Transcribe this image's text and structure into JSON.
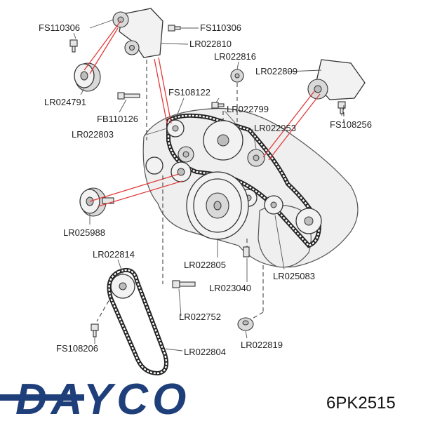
{
  "labels": {
    "fs110306_left": "FS110306",
    "fs110306_right": "FS110306",
    "lr022810": "LR022810",
    "lr022816": "LR022816",
    "lr022809": "LR022809",
    "lr024791": "LR024791",
    "fs108122": "FS108122",
    "lr022799": "LR022799",
    "fb110126": "FB110126",
    "lr022803": "LR022803",
    "lr022953": "LR022953",
    "fs108256": "FS108256",
    "lr025988": "LR025988",
    "lr022814": "LR022814",
    "lr022805": "LR022805",
    "lr025083": "LR025083",
    "lr023040": "LR023040",
    "lr022752": "LR022752",
    "fs108206": "FS108206",
    "lr022804": "LR022804",
    "lr022819": "LR022819"
  },
  "brand": "DAYCO",
  "part_number": "6PK2515",
  "colors": {
    "brand": "#1f3f7a",
    "highlight": "#e23a3a"
  }
}
